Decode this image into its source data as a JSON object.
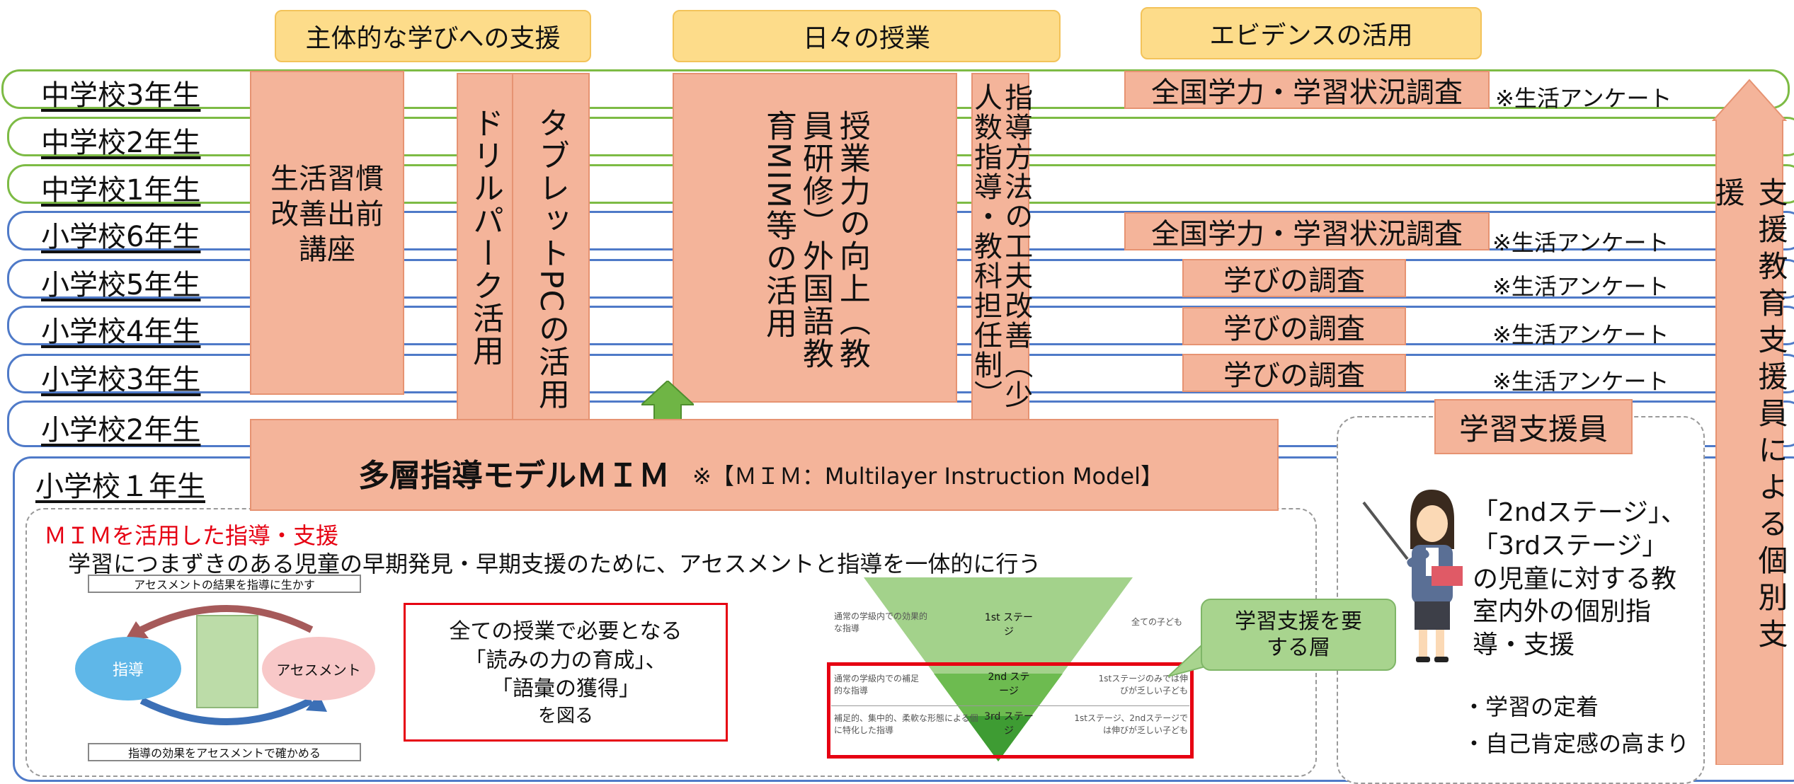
{
  "headers": [
    "主体的な学びへの支援",
    "日々の授業",
    "エビデンスの活用"
  ],
  "grades": [
    "中学校3年生",
    "中学校2年生",
    "中学校1年生",
    "小学校6年生",
    "小学校5年生",
    "小学校4年生",
    "小学校3年生",
    "小学校2年生",
    "小学校１年生"
  ],
  "boxes": {
    "lifestyle": "生活習慣改善出前講座",
    "drill": "ドリルパーク活用",
    "tablet": "タブレットPCの活用",
    "lesson": "授業力の向上（教員研修）外国語教育MIM等の活用",
    "method": "指導方法の工夫改善（少人数指導・教科担任制）",
    "right_arrow": "支援教育支援員による個別支援"
  },
  "surveys": {
    "national": "全国学力・学習状況調査",
    "manabi": "学びの調査",
    "anketo": "※生活アンケート"
  },
  "mim": {
    "title": "多層指導モデルＭＩＭ",
    "note": "※【ＭＩＭ：Multilayer Instruction Model】",
    "subtitle": "ＭＩＭを活用した指導・支援",
    "desc": "学習につまずきのある児童の早期発見・早期支援のために、アセスメントと指導を一体的に行う",
    "cycle_top": "アセスメントの結果を指導に生かす",
    "cycle_bottom": "指導の効果をアセスメントで確かめる",
    "cycle_left": "指導",
    "cycle_right": "アセスメント",
    "red_line1": "全ての授業で必要となる",
    "red_line2": "「読みの力の育成」、",
    "red_line3": "「語彙の獲得」",
    "red_line4": "を図る",
    "callout": "学習支援を要する層",
    "stage1": "1st ステージ",
    "stage2": "2nd ステージ",
    "stage3": "3rd ステージ",
    "stage1_left": "通常の学級内での効果的な指導",
    "stage2_left": "通常の学級内での補足的な指導",
    "stage3_left": "補足的、集中的、柔軟な形態による個に特化した指導",
    "stage1_right": "全ての子ども",
    "stage2_right": "1stステージのみでは伸びが乏しい子ども",
    "stage3_right": "1stステージ、2ndステージでは伸びが乏しい子ども"
  },
  "support": {
    "title": "学習支援員",
    "text": "「2ndステージ」、「3rdステージ」の児童に対する教室内外の個別指導・支援",
    "bullet1": "・学習の定着",
    "bullet2": "・自己肯定感の高まり"
  },
  "colors": {
    "header": "#fddc8a",
    "salmon": "#f4b49a",
    "green": "#7dbb45",
    "blue": "#4f7ac8",
    "red": "#e60012"
  }
}
